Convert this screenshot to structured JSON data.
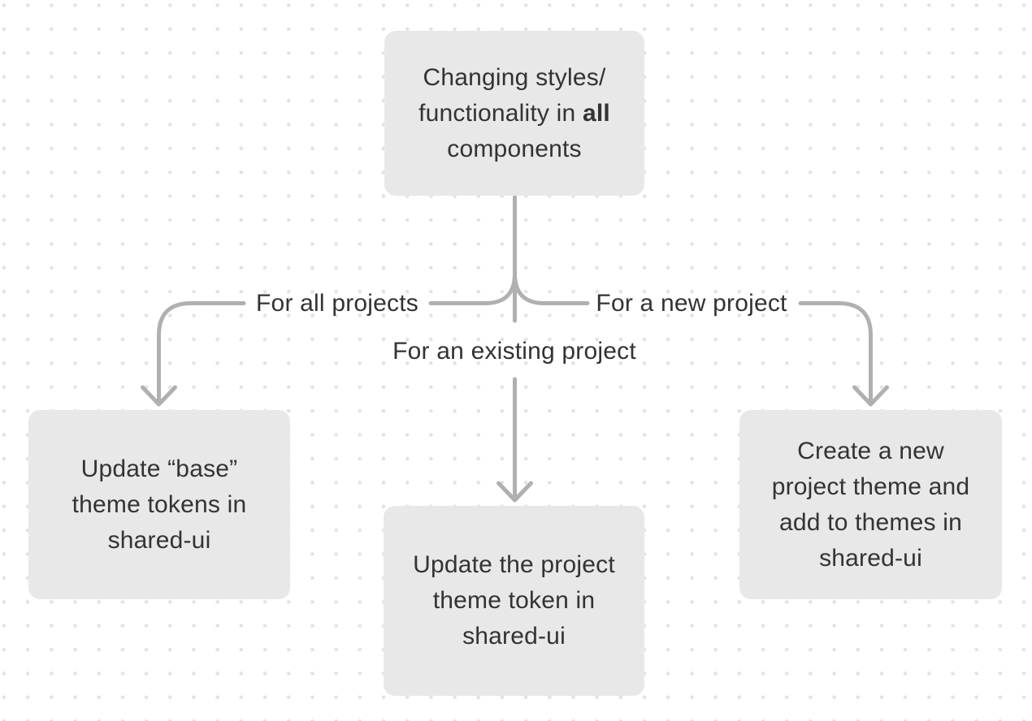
{
  "colors": {
    "bg_color": "#ffffff",
    "dot_color": "#e3e3e3",
    "box_fill": "#e8e8e8",
    "text_color": "#333333",
    "connector_color": "#b0b0b0"
  },
  "root_box": {
    "line1": "Changing styles/",
    "line2_before_bold": "functionality in ",
    "line2_bold": "all",
    "line3": "components"
  },
  "branches": {
    "all_projects": {
      "label": "For all projects",
      "target": {
        "lines": [
          "Update “base”",
          "theme tokens in",
          "shared-ui"
        ]
      }
    },
    "existing_project": {
      "label": "For an existing project",
      "target": {
        "lines": [
          "Update the project",
          "theme token in",
          "shared-ui"
        ]
      }
    },
    "new_project": {
      "label": "For a new project",
      "target": {
        "lines": [
          "Create a new",
          "project theme and",
          "add to themes in",
          "shared-ui"
        ]
      }
    }
  }
}
